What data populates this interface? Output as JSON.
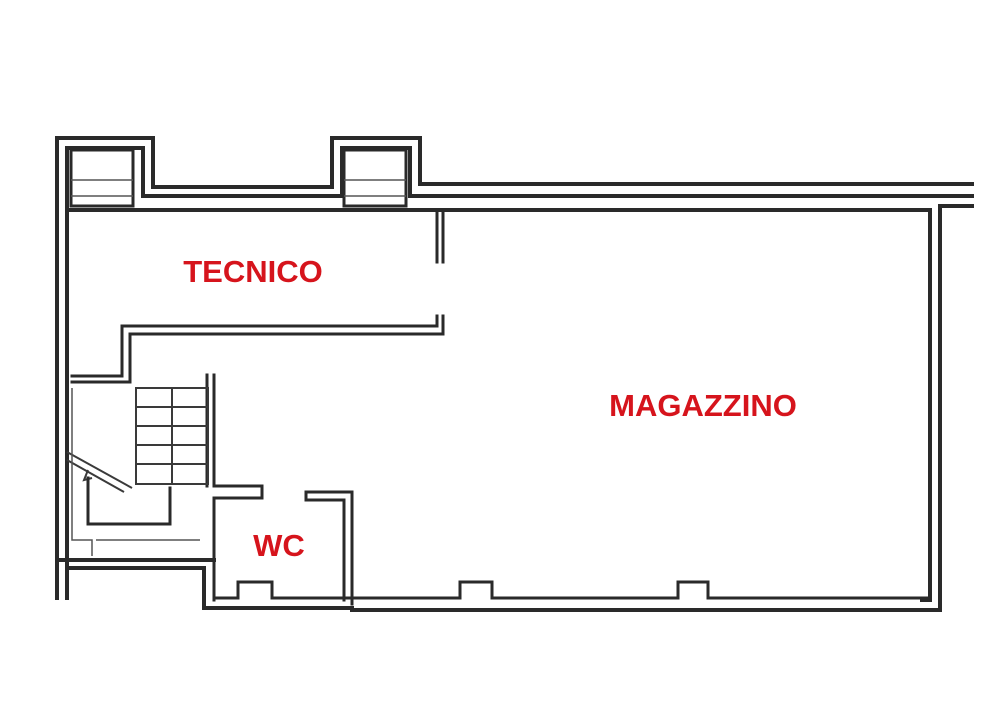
{
  "rooms": {
    "tecnico": {
      "label": "TECNICO"
    },
    "magazzino": {
      "label": "MAGAZZINO"
    },
    "wc": {
      "label": "WC"
    }
  },
  "label_color": "#d6141c",
  "wall_color": "#2a2a2a"
}
